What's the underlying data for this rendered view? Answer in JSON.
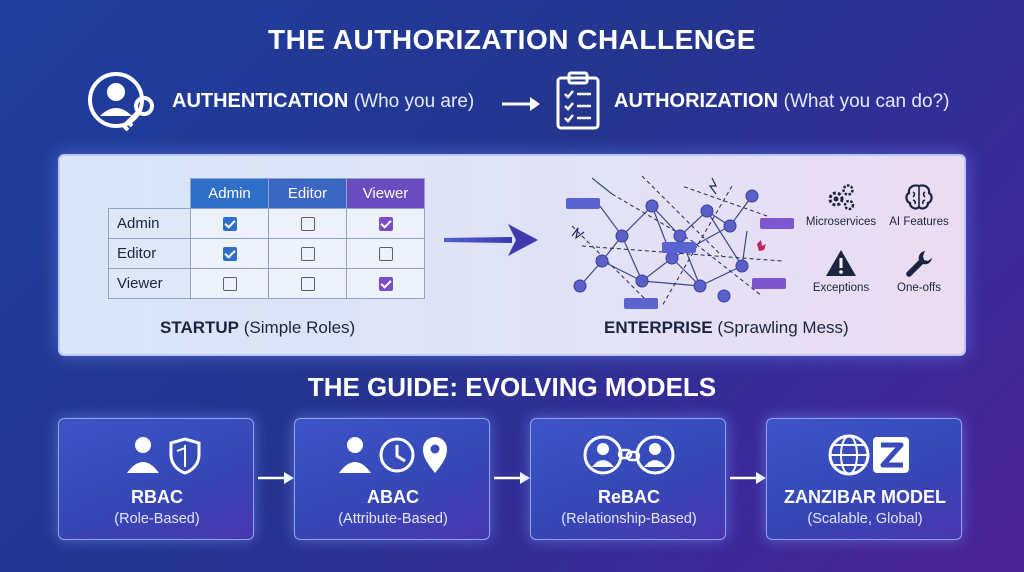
{
  "title": "THE AUTHORIZATION CHALLENGE",
  "authentication": {
    "label": "AUTHENTICATION",
    "sub": "(Who you are)"
  },
  "authorization": {
    "label": "AUTHORIZATION",
    "sub": "(What you can do?)"
  },
  "matrix": {
    "columns": [
      "Admin",
      "Editor",
      "Viewer"
    ],
    "column_colors": [
      "#2f6ec9",
      "#3b66c2",
      "#6b4cc0"
    ],
    "rows": [
      {
        "label": "Admin",
        "checks": [
          "blue",
          "off",
          "purple"
        ]
      },
      {
        "label": "Editor",
        "checks": [
          "blue",
          "off",
          "off"
        ]
      },
      {
        "label": "Viewer",
        "checks": [
          "off",
          "off",
          "purple"
        ]
      }
    ]
  },
  "startup": {
    "label": "STARTUP",
    "sub": "(Simple Roles)"
  },
  "enterprise": {
    "label": "ENTERPRISE",
    "sub": "(Sprawling Mess)"
  },
  "enterprise_icons": [
    {
      "icon": "gears-icon",
      "label": "Microservices"
    },
    {
      "icon": "brain-icon",
      "label": "AI Features"
    },
    {
      "icon": "warning-icon",
      "label": "Exceptions"
    },
    {
      "icon": "wrench-icon",
      "label": "One-offs"
    }
  ],
  "guide_title": "THE GUIDE: EVOLVING MODELS",
  "models": [
    {
      "name": "RBAC",
      "desc": "(Role-Based)"
    },
    {
      "name": "ABAC",
      "desc": "(Attribute-Based)"
    },
    {
      "name": "ReBAC",
      "desc": "(Relationship-Based)"
    },
    {
      "name": "ZANZIBAR MODEL",
      "desc": "(Scalable, Global)"
    }
  ],
  "colors": {
    "accent_blue": "#2f6ec9",
    "accent_purple": "#7b4cc8",
    "network_node": "#5b60c8"
  }
}
